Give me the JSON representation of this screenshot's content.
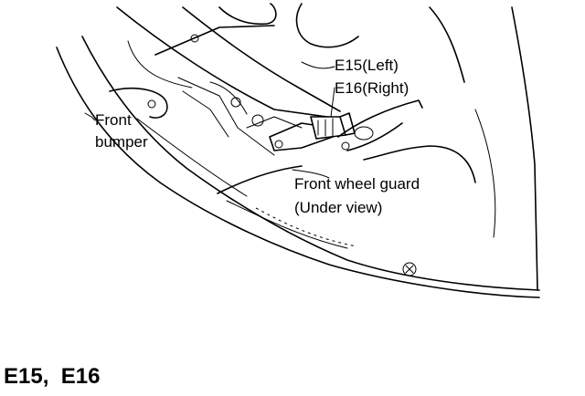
{
  "labels": {
    "connector_left": "E15(Left)",
    "connector_right": "E16(Right)",
    "bumper_line1": "Front",
    "bumper_line2": "bumper",
    "guard_line1": "Front wheel guard",
    "guard_line2": "(Under view)"
  },
  "caption": "E15,  E16"
}
